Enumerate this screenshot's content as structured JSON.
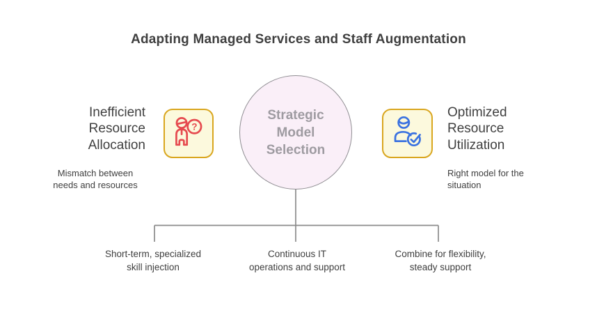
{
  "title": "Adapting Managed Services and Staff Augmentation",
  "center_node": {
    "label": "Strategic\nModel\nSelection"
  },
  "left_node": {
    "title": "Inefficient\nResource\nAllocation",
    "subtitle": "Mismatch between\nneeds and resources",
    "icon": "person-question-icon"
  },
  "right_node": {
    "title": "Optimized\nResource\nUtilization",
    "subtitle": "Right model for the\nsituation",
    "icon": "person-check-icon"
  },
  "bottom_labels": [
    {
      "label": "Short-term, specialized\nskill injection"
    },
    {
      "label": "Continuous IT\noperations and support"
    },
    {
      "label": "Combine for flexibility,\nsteady support"
    }
  ],
  "colors": {
    "icon_box_fill": "#FCF9DD",
    "icon_box_border": "#D9A61E",
    "person_question_red": "#E64A4F",
    "person_check_blue": "#3B72E0",
    "center_circle_fill": "#FAEFF8",
    "center_circle_border": "#8F8D92",
    "center_text": "#9E9BA1",
    "connector_gray": "#8A8A8A",
    "text_dark": "#3F3F3F"
  }
}
